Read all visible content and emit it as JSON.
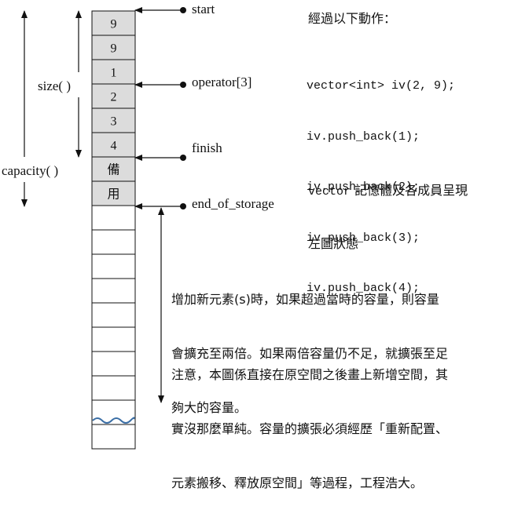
{
  "cells": [
    {
      "text": "9",
      "filled": true
    },
    {
      "text": "9",
      "filled": true
    },
    {
      "text": "1",
      "filled": true
    },
    {
      "text": "2",
      "filled": true
    },
    {
      "text": "3",
      "filled": true
    },
    {
      "text": "4",
      "filled": true
    },
    {
      "text": "備",
      "filled": true
    },
    {
      "text": "用",
      "filled": true
    },
    {
      "text": "",
      "filled": false
    },
    {
      "text": "",
      "filled": false
    },
    {
      "text": "",
      "filled": false
    },
    {
      "text": "",
      "filled": false
    },
    {
      "text": "",
      "filled": false
    },
    {
      "text": "",
      "filled": false
    },
    {
      "text": "",
      "filled": false
    },
    {
      "text": "",
      "filled": false
    },
    {
      "text": "",
      "filled": false
    },
    {
      "text": "",
      "filled": false
    }
  ],
  "labels": {
    "start": "start",
    "operator": "operator[3]",
    "finish": "finish",
    "end_of_storage": "end_of_storage",
    "size": "size( )",
    "capacity": "capacity( )"
  },
  "notes": {
    "header": "經過以下動作：",
    "code_lines": [
      "vector<int> iv(2, 9);",
      "iv.push_back(1);",
      "iv.push_back(2);",
      "iv.push_back(3);",
      "iv.push_back(4);"
    ],
    "vector_line1_code": "vector",
    "vector_line1_rest": " 記憶體及各成員呈現",
    "vector_line2": "左圖狀態",
    "growth_line1": "增加新元素(s)時，如果超過當時的容量，則容量",
    "growth_line2": "會擴充至兩倍。如果兩倍容量仍不足，就擴張至足",
    "growth_line3": "夠大的容量。",
    "caution_line1": "注意，本圖係直接在原空間之後畫上新增空間，其",
    "caution_line2": "實沒那麼單純。容量的擴張必須經歷「重新配置、",
    "caution_line3": "元素搬移、釋放原空間」等過程，工程浩大。"
  },
  "colors": {
    "filled_cell": "#dcdcdc",
    "empty_cell": "#ffffff",
    "stroke": "#111111",
    "break_line": "#3a6ea5"
  }
}
